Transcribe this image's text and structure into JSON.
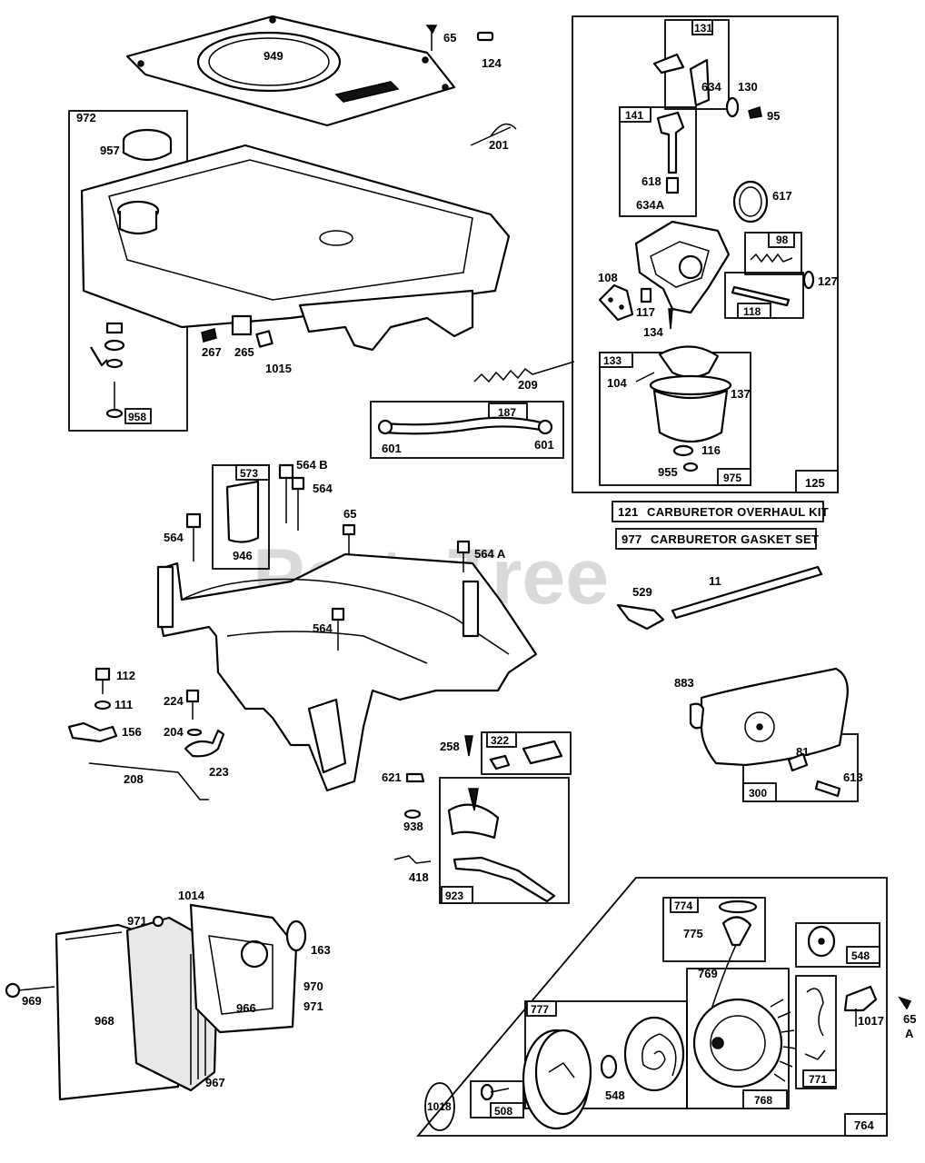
{
  "watermark": "PartsTree",
  "kits": [
    {
      "number": "121",
      "name": "CARBURETOR OVERHAUL KIT"
    },
    {
      "number": "977",
      "name": "CARBURETOR GASKET SET"
    }
  ],
  "part_labels": {
    "p949": "949",
    "p65a": "65",
    "p124": "124",
    "p972": "972",
    "p957": "957",
    "p201": "201",
    "p958": "958",
    "p267": "267",
    "p265": "265",
    "p1015": "1015",
    "p209": "209",
    "p187": "187",
    "p601a": "601",
    "p601b": "601",
    "p131": "131",
    "p634": "634",
    "p130": "130",
    "p95": "95",
    "p141": "141",
    "p618": "618",
    "p634A": "634A",
    "p617": "617",
    "p98": "98",
    "p127": "127",
    "p108": "108",
    "p117": "117",
    "p118": "118",
    "p134": "134",
    "p133": "133",
    "p104": "104",
    "p137": "137",
    "p116": "116",
    "p955": "955",
    "p975": "975",
    "p125": "125",
    "p573": "573",
    "p564B": "564 B",
    "p564a": "564",
    "p564b": "564",
    "p65b": "65",
    "p564A": "564 A",
    "p946": "946",
    "p564c": "564",
    "p529": "529",
    "p11": "11",
    "p112": "112",
    "p111": "111",
    "p156": "156",
    "p224": "224",
    "p204": "204",
    "p223": "223",
    "p208": "208",
    "p883": "883",
    "p81": "81",
    "p613": "613",
    "p300": "300",
    "p258": "258",
    "p322": "322",
    "p621": "621",
    "p938": "938",
    "p418": "418",
    "p923": "923",
    "p1014": "1014",
    "p971a": "971",
    "p163": "163",
    "p969": "969",
    "p970": "970",
    "p971b": "971",
    "p966": "966",
    "p968": "968",
    "p967": "967",
    "p774": "774",
    "p775": "775",
    "p548a": "548",
    "p769": "769",
    "p1017": "1017",
    "p65c": "65",
    "p65cA": "A",
    "p777": "777",
    "p548b": "548",
    "p771": "771",
    "p768": "768",
    "p1018": "1018",
    "p508": "508",
    "p764": "764"
  }
}
